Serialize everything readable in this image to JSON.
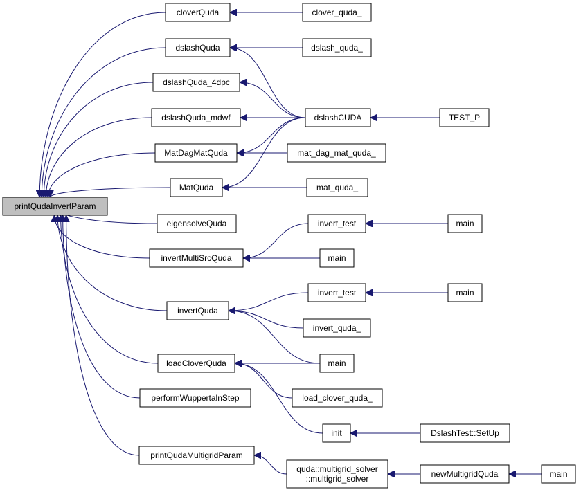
{
  "colors": {
    "edge": "#191970",
    "root_fill": "#bfbfbf",
    "node_fill": "#ffffff",
    "border": "#000000"
  },
  "nodes": [
    {
      "id": "printQudaInvertParam",
      "lines": [
        "printQudaInvertParam"
      ],
      "root": true
    },
    {
      "id": "cloverQuda",
      "lines": [
        "cloverQuda"
      ]
    },
    {
      "id": "clover_quda_",
      "lines": [
        "clover_quda_"
      ]
    },
    {
      "id": "dslashQuda",
      "lines": [
        "dslashQuda"
      ]
    },
    {
      "id": "dslash_quda_",
      "lines": [
        "dslash_quda_"
      ]
    },
    {
      "id": "dslashQuda_4dpc",
      "lines": [
        "dslashQuda_4dpc"
      ]
    },
    {
      "id": "dslashCUDA",
      "lines": [
        "dslashCUDA"
      ]
    },
    {
      "id": "TEST_P",
      "lines": [
        "TEST_P"
      ]
    },
    {
      "id": "dslashQuda_mdwf",
      "lines": [
        "dslashQuda_mdwf"
      ]
    },
    {
      "id": "MatDagMatQuda",
      "lines": [
        "MatDagMatQuda"
      ]
    },
    {
      "id": "mat_dag_mat_quda_",
      "lines": [
        "mat_dag_mat_quda_"
      ]
    },
    {
      "id": "MatQuda",
      "lines": [
        "MatQuda"
      ]
    },
    {
      "id": "mat_quda_",
      "lines": [
        "mat_quda_"
      ]
    },
    {
      "id": "eigensolveQuda",
      "lines": [
        "eigensolveQuda"
      ]
    },
    {
      "id": "invert_test_1",
      "lines": [
        "invert_test"
      ]
    },
    {
      "id": "main_1",
      "lines": [
        "main"
      ]
    },
    {
      "id": "invertMultiSrcQuda",
      "lines": [
        "invertMultiSrcQuda"
      ]
    },
    {
      "id": "main_2",
      "lines": [
        "main"
      ]
    },
    {
      "id": "invert_test_2",
      "lines": [
        "invert_test"
      ]
    },
    {
      "id": "main_3",
      "lines": [
        "main"
      ]
    },
    {
      "id": "invertQuda",
      "lines": [
        "invertQuda"
      ]
    },
    {
      "id": "invert_quda_",
      "lines": [
        "invert_quda_"
      ]
    },
    {
      "id": "main_4",
      "lines": [
        "main"
      ]
    },
    {
      "id": "loadCloverQuda",
      "lines": [
        "loadCloverQuda"
      ]
    },
    {
      "id": "load_clover_quda_",
      "lines": [
        "load_clover_quda_"
      ]
    },
    {
      "id": "performWuppertalnStep",
      "lines": [
        "performWuppertalnStep"
      ]
    },
    {
      "id": "init",
      "lines": [
        "init"
      ]
    },
    {
      "id": "DslashTest_SetUp",
      "lines": [
        "DslashTest::SetUp"
      ]
    },
    {
      "id": "printQudaMultigridParam",
      "lines": [
        "printQudaMultigridParam"
      ]
    },
    {
      "id": "multigrid_solver",
      "lines": [
        "quda::multigrid_solver",
        "::multigrid_solver"
      ]
    },
    {
      "id": "newMultigridQuda",
      "lines": [
        "newMultigridQuda"
      ]
    },
    {
      "id": "main_5",
      "lines": [
        "main"
      ]
    }
  ],
  "edges": [
    [
      "cloverQuda",
      "printQudaInvertParam"
    ],
    [
      "dslashQuda",
      "printQudaInvertParam"
    ],
    [
      "dslashQuda_4dpc",
      "printQudaInvertParam"
    ],
    [
      "dslashQuda_mdwf",
      "printQudaInvertParam"
    ],
    [
      "MatDagMatQuda",
      "printQudaInvertParam"
    ],
    [
      "MatQuda",
      "printQudaInvertParam"
    ],
    [
      "eigensolveQuda",
      "printQudaInvertParam"
    ],
    [
      "invertMultiSrcQuda",
      "printQudaInvertParam"
    ],
    [
      "invertQuda",
      "printQudaInvertParam"
    ],
    [
      "loadCloverQuda",
      "printQudaInvertParam"
    ],
    [
      "performWuppertalnStep",
      "printQudaInvertParam"
    ],
    [
      "printQudaMultigridParam",
      "printQudaInvertParam"
    ],
    [
      "clover_quda_",
      "cloverQuda"
    ],
    [
      "dslash_quda_",
      "dslashQuda"
    ],
    [
      "dslashCUDA",
      "dslashQuda"
    ],
    [
      "dslashCUDA",
      "dslashQuda_4dpc"
    ],
    [
      "dslashCUDA",
      "dslashQuda_mdwf"
    ],
    [
      "dslashCUDA",
      "MatDagMatQuda"
    ],
    [
      "dslashCUDA",
      "MatQuda"
    ],
    [
      "TEST_P",
      "dslashCUDA"
    ],
    [
      "mat_dag_mat_quda_",
      "MatDagMatQuda"
    ],
    [
      "mat_quda_",
      "MatQuda"
    ],
    [
      "invert_test_1",
      "invertMultiSrcQuda"
    ],
    [
      "main_2",
      "invertMultiSrcQuda"
    ],
    [
      "main_1",
      "invert_test_1"
    ],
    [
      "invert_test_2",
      "invertQuda"
    ],
    [
      "invert_quda_",
      "invertQuda"
    ],
    [
      "main_4",
      "invertQuda"
    ],
    [
      "main_3",
      "invert_test_2"
    ],
    [
      "main_4",
      "loadCloverQuda"
    ],
    [
      "load_clover_quda_",
      "loadCloverQuda"
    ],
    [
      "init",
      "loadCloverQuda"
    ],
    [
      "DslashTest_SetUp",
      "init"
    ],
    [
      "multigrid_solver",
      "printQudaMultigridParam"
    ],
    [
      "newMultigridQuda",
      "multigrid_solver"
    ],
    [
      "main_5",
      "newMultigridQuda"
    ]
  ]
}
